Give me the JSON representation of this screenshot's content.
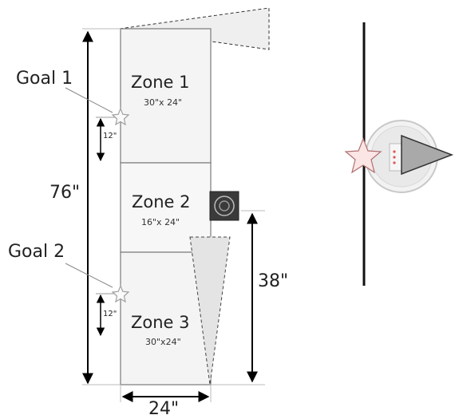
{
  "zones": [
    {
      "title": "Zone 1",
      "dims": "30\"x 24\""
    },
    {
      "title": "Zone 2",
      "dims": "16\"x 24\""
    },
    {
      "title": "Zone 3",
      "dims": "30\"x24\""
    }
  ],
  "goals": [
    {
      "label": "Goal 1",
      "offset": "12\""
    },
    {
      "label": "Goal 2",
      "offset": "12\""
    }
  ],
  "dimensions": {
    "total_length": "76\"",
    "width": "24\"",
    "sensor_distance": "38\""
  },
  "colors": {
    "zone_fill": "#f4f4f4",
    "zone_border": "#7a7a7a",
    "arrow": "#000000",
    "cone_fill": "#e8e8e8",
    "star_stroke": "#a8a8a8"
  },
  "icons": [
    "star-icon",
    "beacon-icon",
    "robot-icon"
  ]
}
